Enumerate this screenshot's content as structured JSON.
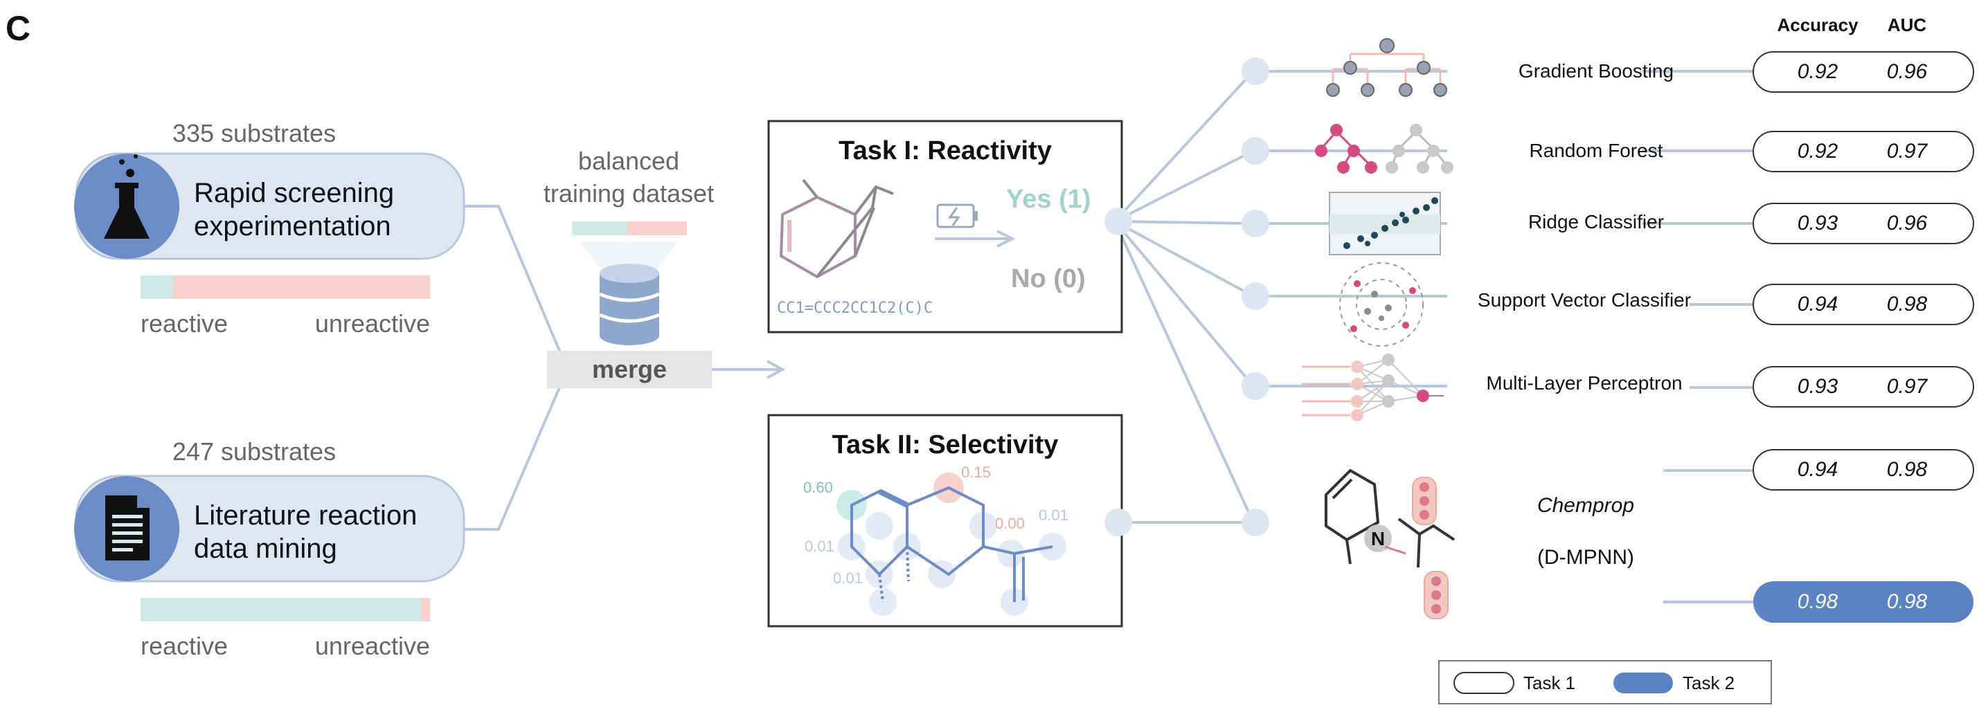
{
  "panel_label": "C",
  "sources": [
    {
      "count_label": "335 substrates",
      "title_line1": "Rapid screening",
      "title_line2": "experimentation",
      "icon": "flask-icon",
      "reactive_fraction": 0.11,
      "reactive_label": "reactive",
      "unreactive_label": "unreactive"
    },
    {
      "count_label": "247 substrates",
      "title_line1": "Literature reaction",
      "title_line2": "data mining",
      "icon": "document-icon",
      "reactive_fraction": 0.97,
      "reactive_label": "reactive",
      "unreactive_label": "unreactive"
    }
  ],
  "balanced": {
    "line1": "balanced",
    "line2": "training dataset",
    "icon": "database-icon",
    "reactive_fraction": 0.48
  },
  "merge_label": "merge",
  "task1": {
    "title": "Task I: Reactivity",
    "yes_label": "Yes (1)",
    "no_label": "No (0)",
    "smiles": "CC1=CCC2CC1C2(C)C",
    "icon": "battery-icon"
  },
  "task2": {
    "title": "Task II: Selectivity",
    "atom_labels": [
      "0.60",
      "0.15",
      "0.00",
      "0.01",
      "0.01",
      "0.01"
    ]
  },
  "metric_headers": {
    "accuracy": "Accuracy",
    "auc": "AUC"
  },
  "models": [
    {
      "name": "Gradient Boosting",
      "icon": "decision-tree-icon",
      "accuracy": "0.92",
      "auc": "0.96"
    },
    {
      "name": "Random Forest",
      "icon": "random-forest-icon",
      "accuracy": "0.92",
      "auc": "0.97"
    },
    {
      "name": "Ridge Classifier",
      "icon": "scatter-plot-icon",
      "accuracy": "0.93",
      "auc": "0.96"
    },
    {
      "name": "Support Vector Classifier",
      "icon": "svm-icon",
      "accuracy": "0.94",
      "auc": "0.98"
    },
    {
      "name": "Multi-Layer Perceptron",
      "icon": "neural-network-icon",
      "accuracy": "0.93",
      "auc": "0.97"
    }
  ],
  "chemprop": {
    "name": "Chemprop",
    "subname": "(D-MPNN)",
    "icon": "molecule-graph-icon",
    "task1": {
      "accuracy": "0.94",
      "auc": "0.98"
    },
    "task2": {
      "accuracy": "0.98",
      "auc": "0.98"
    }
  },
  "legend": {
    "task1_label": "Task 1",
    "task2_label": "Task 2"
  },
  "colors": {
    "pill_fill": "#dfe6f2",
    "pill_icon": "#6c8cc8",
    "line": "#b9c7de",
    "node": "#dde5f1",
    "reactive": "#cdeae7",
    "unreactive": "#f8d0cc",
    "task2_fill": "#5b82c5",
    "yes": "#9fd3cf",
    "no": "#a9a9a9",
    "text_dark": "#111111",
    "text_grey": "#666666"
  }
}
